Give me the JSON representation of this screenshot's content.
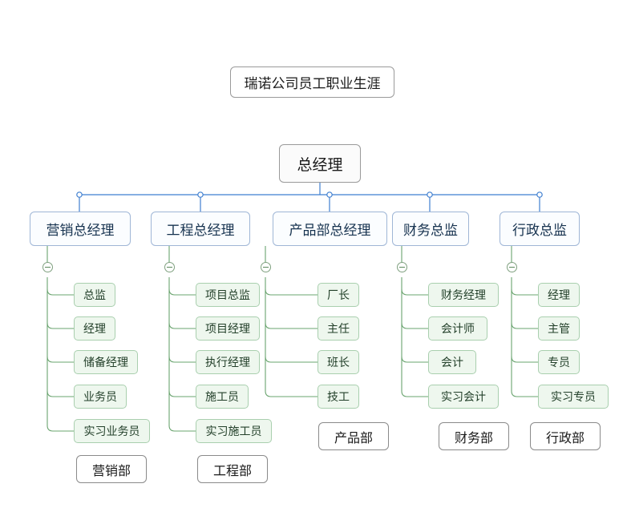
{
  "diagram": {
    "title": "瑞诺公司员工职业生涯",
    "root": "总经理",
    "branches": [
      {
        "head": "营销总经理",
        "department": "营销部",
        "roles": [
          "总监",
          "经理",
          "储备经理",
          "业务员",
          "实习业务员"
        ]
      },
      {
        "head": "工程总经理",
        "department": "工程部",
        "roles": [
          "项目总监",
          "项目经理",
          "执行经理",
          "施工员",
          "实习施工员"
        ]
      },
      {
        "head": "产品部总经理",
        "department": "产品部",
        "roles": [
          "厂长",
          "主任",
          "班长",
          "技工"
        ]
      },
      {
        "head": "财务总监",
        "department": "财务部",
        "roles": [
          "财务经理",
          "会计师",
          "会计",
          "实习会计"
        ]
      },
      {
        "head": "行政总监",
        "department": "行政部",
        "roles": [
          "经理",
          "主管",
          "专员",
          "实习专员"
        ]
      }
    ],
    "colors": {
      "root_border": "#9a9a9a",
      "level2_border": "#9fb6d6",
      "level3_border": "#a9cfae",
      "level3_fill": "#eef7ee",
      "connector_blue": "#3f7fd0",
      "connector_green": "#6aa46f"
    }
  }
}
